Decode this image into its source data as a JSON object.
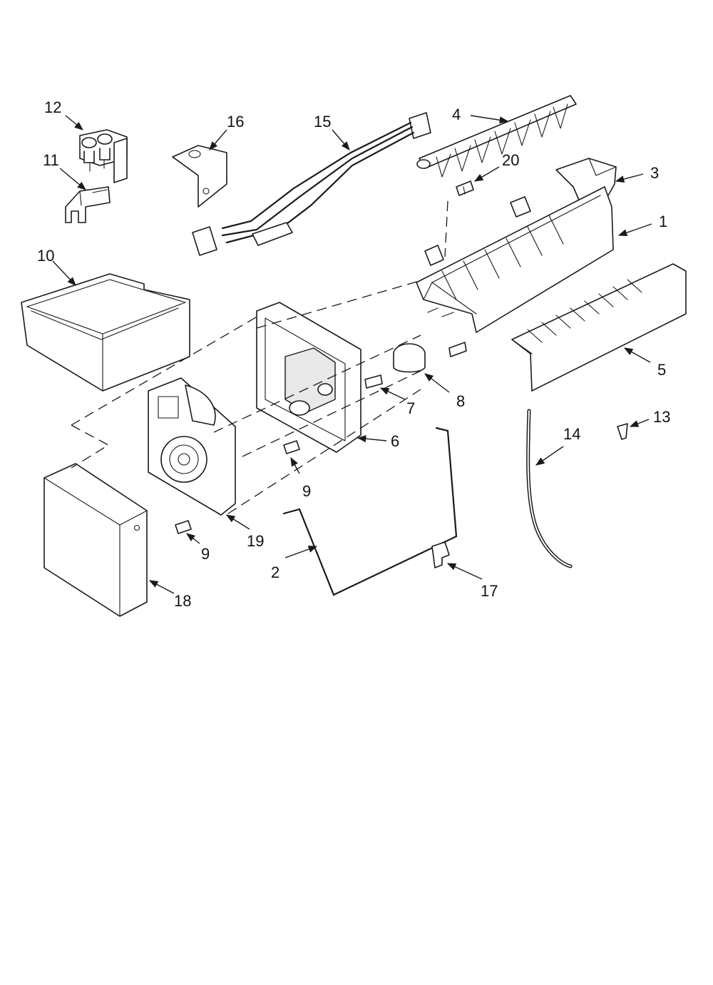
{
  "callouts": [
    {
      "id": "12",
      "text": "12"
    },
    {
      "id": "11",
      "text": "11"
    },
    {
      "id": "16",
      "text": "16"
    },
    {
      "id": "15",
      "text": "15"
    },
    {
      "id": "4",
      "text": "4"
    },
    {
      "id": "20",
      "text": "20"
    },
    {
      "id": "3",
      "text": "3"
    },
    {
      "id": "1",
      "text": "1"
    },
    {
      "id": "10",
      "text": "10"
    },
    {
      "id": "5",
      "text": "5"
    },
    {
      "id": "7",
      "text": "7"
    },
    {
      "id": "8",
      "text": "8"
    },
    {
      "id": "13",
      "text": "13"
    },
    {
      "id": "6",
      "text": "6"
    },
    {
      "id": "14",
      "text": "14"
    },
    {
      "id": "9a",
      "text": "9"
    },
    {
      "id": "9b",
      "text": "9"
    },
    {
      "id": "19",
      "text": "19"
    },
    {
      "id": "2",
      "text": "2"
    },
    {
      "id": "17",
      "text": "17"
    },
    {
      "id": "18",
      "text": "18"
    }
  ]
}
